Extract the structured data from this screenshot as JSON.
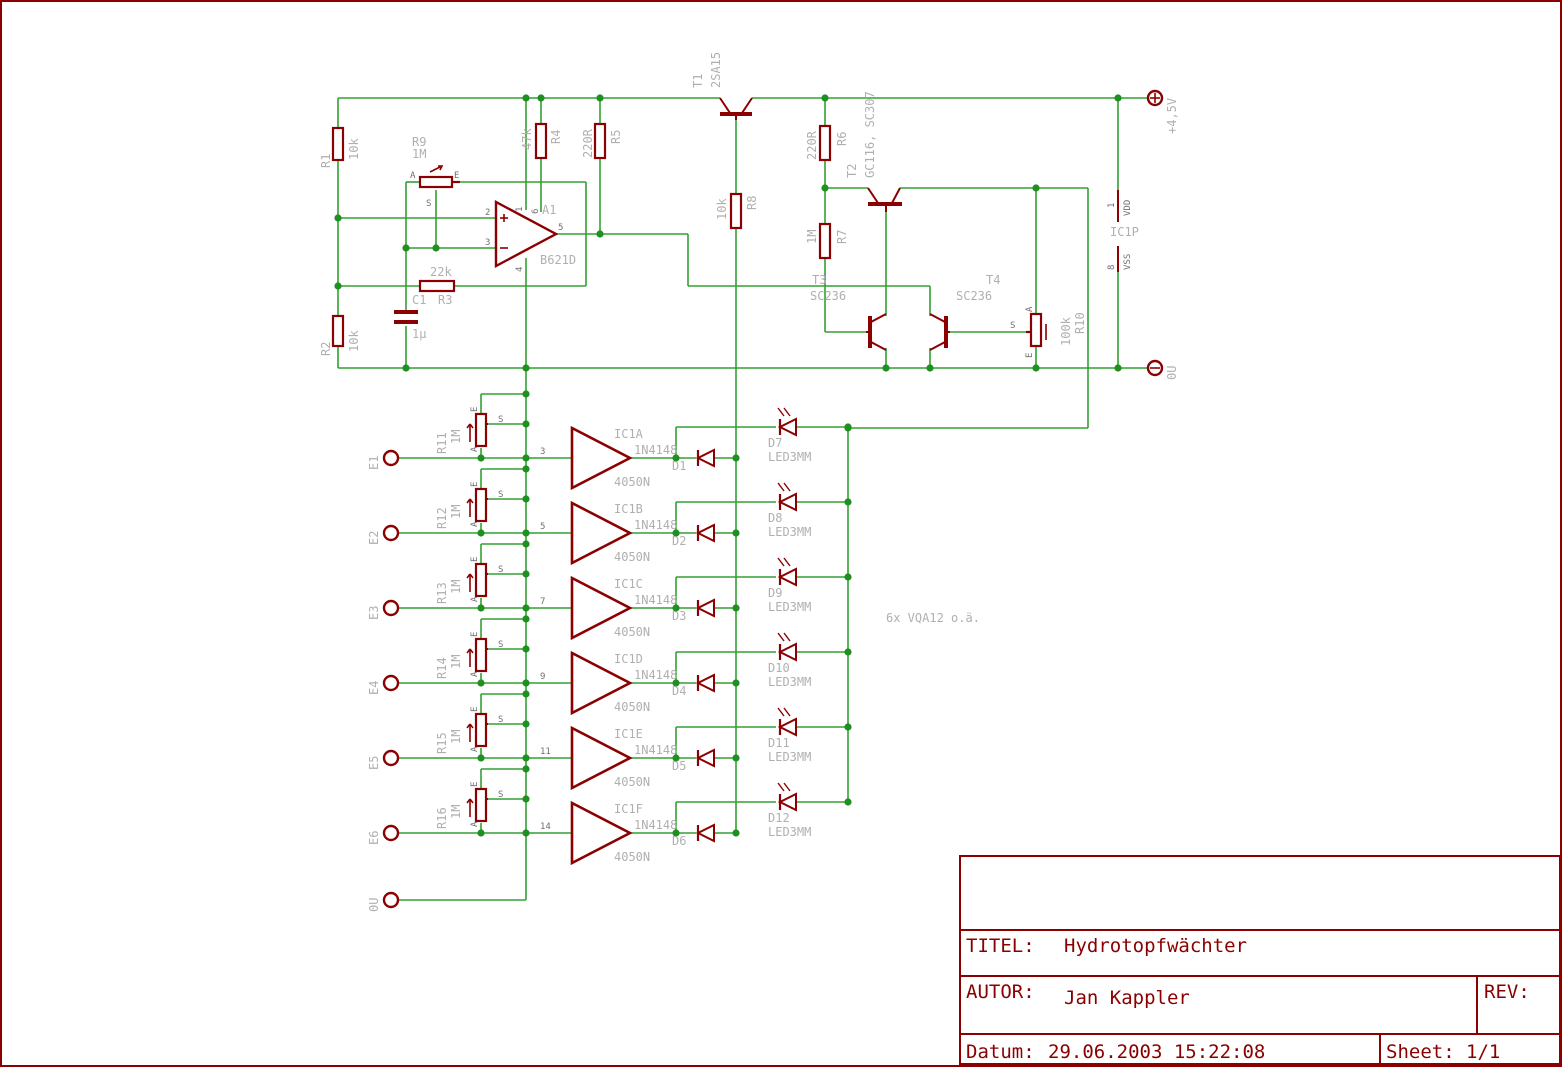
{
  "colors": {
    "wire": "#33a033",
    "part": "#8b0000",
    "label": "#b0b0b0",
    "frame": "#8b0000"
  },
  "supply": {
    "vplus": "+4,5V",
    "gnd": "0U"
  },
  "ic1p": {
    "name": "IC1P",
    "pin_vdd": "1",
    "vdd": "VDD",
    "pin_vss": "8",
    "vss": "VSS"
  },
  "parts": {
    "R1": {
      "name": "R1",
      "value": "10k"
    },
    "R2": {
      "name": "R2",
      "value": "10k"
    },
    "R3": {
      "name": "R3",
      "value": "22k"
    },
    "R4": {
      "name": "R4",
      "value": "47k"
    },
    "R5": {
      "name": "R5",
      "value": "220R"
    },
    "R6": {
      "name": "R6",
      "value": "220R"
    },
    "R7": {
      "name": "R7",
      "value": "1M"
    },
    "R8": {
      "name": "R8",
      "value": "10k"
    },
    "R9": {
      "name": "R9",
      "value": "1M"
    },
    "R10": {
      "name": "R10",
      "value": "100k"
    },
    "C1": {
      "name": "C1",
      "value": "1µ"
    },
    "T1": {
      "name": "T1",
      "value": "2SA15"
    },
    "T2": {
      "name": "T2",
      "value": "GC116, SC307"
    },
    "T3": {
      "name": "T3",
      "value": "SC236"
    },
    "T4": {
      "name": "T4",
      "value": "SC236"
    },
    "A1": {
      "name": "A1",
      "value": "B621D"
    }
  },
  "opamp_pins": {
    "p2": "2",
    "p3": "3",
    "p1": "1",
    "p6": "6",
    "p5": "5",
    "p4": "4"
  },
  "pot_letters": {
    "a": "A",
    "e": "E",
    "s": "S"
  },
  "channels": [
    {
      "input": "E1",
      "pot": "R11",
      "pot_value": "1M",
      "buffer": "IC1A",
      "buffer_value": "4050N",
      "pin": "3",
      "diode": "D1",
      "diode_value": "1N4148",
      "led": "D7",
      "led_value": "LED3MM"
    },
    {
      "input": "E2",
      "pot": "R12",
      "pot_value": "1M",
      "buffer": "IC1B",
      "buffer_value": "4050N",
      "pin": "5",
      "diode": "D2",
      "diode_value": "1N4148",
      "led": "D8",
      "led_value": "LED3MM"
    },
    {
      "input": "E3",
      "pot": "R13",
      "pot_value": "1M",
      "buffer": "IC1C",
      "buffer_value": "4050N",
      "pin": "7",
      "diode": "D3",
      "diode_value": "1N4148",
      "led": "D9",
      "led_value": "LED3MM"
    },
    {
      "input": "E4",
      "pot": "R14",
      "pot_value": "1M",
      "buffer": "IC1D",
      "buffer_value": "4050N",
      "pin": "9",
      "diode": "D4",
      "diode_value": "1N4148",
      "led": "D10",
      "led_value": "LED3MM"
    },
    {
      "input": "E5",
      "pot": "R15",
      "pot_value": "1M",
      "buffer": "IC1E",
      "buffer_value": "4050N",
      "pin": "11",
      "diode": "D5",
      "diode_value": "1N4148",
      "led": "D11",
      "led_value": "LED3MM"
    },
    {
      "input": "E6",
      "pot": "R16",
      "pot_value": "1M",
      "buffer": "IC1F",
      "buffer_value": "4050N",
      "pin": "14",
      "diode": "D6",
      "diode_value": "1N4148",
      "led": "D12",
      "led_value": "LED3MM"
    }
  ],
  "gnd_terminal": "0U",
  "note": "6x VQA12 o.ä.",
  "title_block": {
    "titel_label": "TITEL:",
    "titel": "Hydrotopfwächter",
    "autor_label": "AUTOR:",
    "autor": "Jan Kappler",
    "rev_label": "REV:",
    "datum_label": "Datum:",
    "datum": "29.06.2003 15:22:08",
    "sheet_label": "Sheet:",
    "sheet": "1/1"
  }
}
